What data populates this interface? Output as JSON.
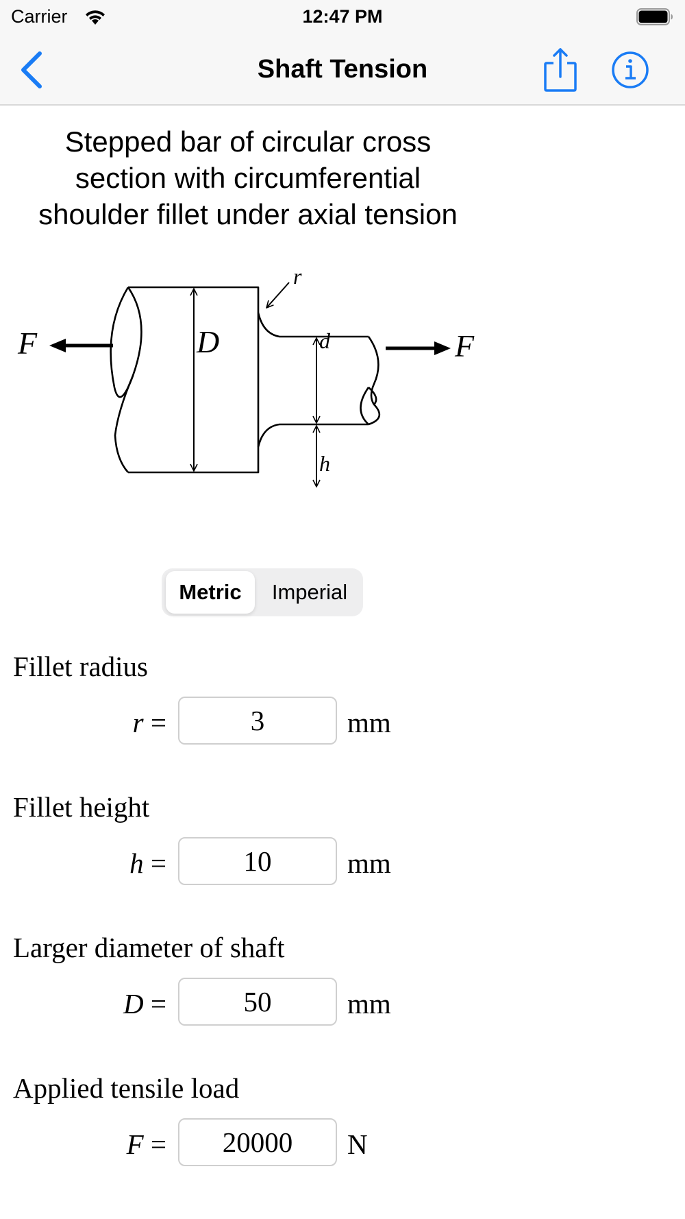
{
  "status_bar": {
    "carrier": "Carrier",
    "time": "12:47 PM",
    "icons": [
      "wifi-icon",
      "battery-icon"
    ]
  },
  "nav": {
    "title": "Shaft Tension",
    "back_icon": "chevron-left-icon",
    "share_icon": "share-icon",
    "info_icon": "info-icon",
    "accent_color": "#1a7cf5"
  },
  "heading": {
    "line1": "Stepped bar of circular cross",
    "line2": "section with circumferential",
    "line3": "shoulder fillet under axial tension"
  },
  "diagram": {
    "labels": {
      "force_left": "F",
      "force_right": "F",
      "large_diameter": "D",
      "small_diameter": "d",
      "fillet_radius": "r",
      "fillet_height": "h"
    }
  },
  "units_toggle": {
    "options": [
      "Metric",
      "Imperial"
    ],
    "selected": "Metric"
  },
  "fields": [
    {
      "label": "Fillet radius",
      "symbol": "r",
      "value": "3",
      "unit": "mm"
    },
    {
      "label": "Fillet height",
      "symbol": "h",
      "value": "10",
      "unit": "mm"
    },
    {
      "label": "Larger diameter of shaft",
      "symbol": "D",
      "value": "50",
      "unit": "mm"
    },
    {
      "label": "Applied tensile load",
      "symbol": "F",
      "value": "20000",
      "unit": "N"
    }
  ],
  "equals_sign": "="
}
